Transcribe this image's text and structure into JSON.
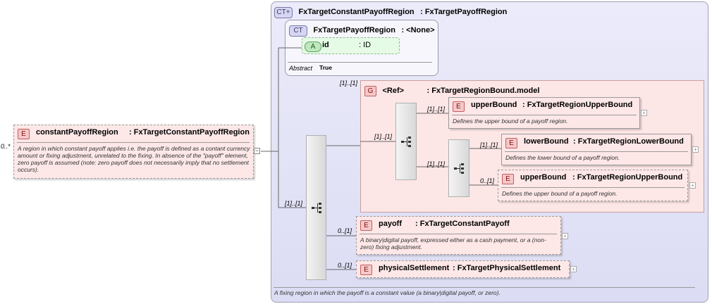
{
  "root_element": {
    "badge": "E",
    "name": "constantPayoffRegion",
    "type": ": FxTargetConstantPayoffRegion",
    "cardinality": "0..*",
    "description": "A region in which constant payoff applies i.e. the payoff is defined as a contant currency amount or fixing adjustment, unrelated to the fixing. In absence of the \"payoff\" element, zero payoff is assumed (note: zero payoff does not necessarily imply that no settlement occurs)."
  },
  "complex_type": {
    "badge": "CT+",
    "name": "FxTargetConstantPayoffRegion",
    "type": ": FxTargetPayoffRegion",
    "description": "A fixing region in which the payoff is a constant value (a binary|digital payoff, or zero)."
  },
  "base_type": {
    "badge": "CT",
    "name": "FxTargetPayoffRegion",
    "type": ": <None>",
    "attribute": {
      "badge": "A",
      "name": "id",
      "type": ": ID"
    },
    "abstract_label": "Abstract",
    "abstract_value": "True"
  },
  "group": {
    "badge": "G",
    "name": "<Ref>",
    "type": ": FxTargetRegionBound.model",
    "cardinality": "[1]..[1]",
    "seq_cardinality": "[1]..[1]",
    "upper_bound": {
      "badge": "E",
      "name": "upperBound",
      "type": ": FxTargetRegionUpperBound",
      "cardinality": "[1]..[1]",
      "description": "Defines the upper bound of a payoff region."
    },
    "inner_seq_cardinality": "[1]..[1]",
    "lower_bound": {
      "badge": "E",
      "name": "lowerBound",
      "type": ": FxTargetRegionLowerBound",
      "cardinality": "[1]..[1]",
      "description": "Defines the lower bound of a payoff region."
    },
    "upper_bound_opt": {
      "badge": "E",
      "name": "upperBound",
      "type": ": FxTargetRegionUpperBound",
      "cardinality": "0..[1]",
      "description": "Defines the upper bound of a payoff region."
    }
  },
  "main_seq_cardinality": "[1]..[1]",
  "payoff": {
    "badge": "E",
    "name": "payoff",
    "type": ": FxTargetConstantPayoff",
    "cardinality": "0..[1]",
    "description": "A binary|digital payoff, expressed either as a cash payment, or a (non-zero) fixing adjustment."
  },
  "physical_settlement": {
    "badge": "E",
    "name": "physicalSettlement",
    "type": ": FxTargetPhysicalSettlement",
    "cardinality": "0..[1]"
  },
  "icons": {
    "expand": "plus-icon",
    "collapse": "minus-icon",
    "sequence": "sequence-icon"
  }
}
